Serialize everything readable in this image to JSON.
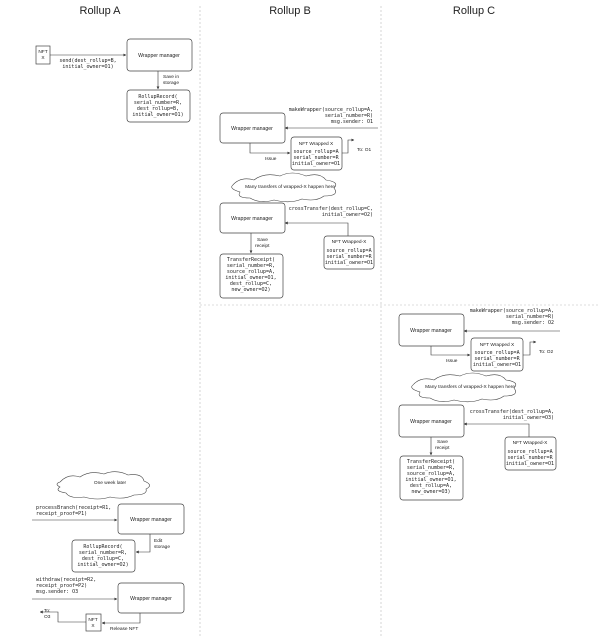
{
  "columns": [
    "Rollup A",
    "Rollup B",
    "Rollup C"
  ],
  "a": {
    "nft": [
      "NFT",
      "X"
    ],
    "send": [
      "send(dest_rollup=B,",
      "initial_owner=O1)"
    ],
    "wrapper": "Wrapper manager",
    "save": [
      "Save in",
      "storage"
    ],
    "record1": [
      "RollupRecord(",
      "serial_number=R,",
      "dest_rollup=B,",
      "initial_owner=O1)"
    ],
    "cloud": "One week later",
    "process": [
      "processBranch(receipt=R1,",
      "receipt_proof=P1)"
    ],
    "wrapper2": "Wrapper manager",
    "edit": [
      "Edit",
      "storage"
    ],
    "record2": [
      "RollupRecord(",
      "serial_number=R,",
      "dest_rollup=C,",
      "initial_owner=O2)"
    ],
    "withdraw": [
      "withdraw(receipt=R2,",
      "receipt_proof=P2)",
      "msg.sender: O3"
    ],
    "wrapper3": "Wrapper manager",
    "to": [
      "To:",
      "O3"
    ],
    "nft2": [
      "NFT",
      "X"
    ],
    "release": "Release NFT"
  },
  "b": {
    "make": [
      "makeWrapper(source_rollup=A,",
      "serial_number=R)",
      "msg.sender: O1"
    ],
    "wrapper": "Wrapper manager",
    "issue": "Issue",
    "nft1": [
      "NFT Wrapped X",
      "source_rollup=A",
      "serial_number=R",
      "initial_owner=O1"
    ],
    "to": "To: O1",
    "cloud": "Many transfers of wrapped-X happen here",
    "cross": [
      "crossTransfer(dest_rollup=C,",
      "initial_owner=O2)"
    ],
    "wrapper2": "Wrapper manager",
    "nft2": [
      "NFT Wrapped-X",
      "source_rollup=A",
      "serial_number=R",
      "initial_owner=O1"
    ],
    "save": [
      "Save",
      "receipt"
    ],
    "receipt": [
      "TransferReceipt(",
      "serial_number=R,",
      "source_rollup=A,",
      "initial_owner=O1,",
      "dest_rollup=C,",
      "new_owner=O2)"
    ]
  },
  "c": {
    "make": [
      "makeWrapper(source_rollup=A,",
      "serial_number=R)",
      "msg.sender: O2"
    ],
    "wrapper": "Wrapper manager",
    "issue": "Issue",
    "nft1": [
      "NFT Wrapped X",
      "source_rollup=A",
      "serial_number=R",
      "initial_owner=O1"
    ],
    "to": "To: O2",
    "cloud": "Many transfers of wrapped-X happen here",
    "cross": [
      "crossTransfer(dest_rollup=A,",
      "initial_owner=O3)"
    ],
    "wrapper2": "Wrapper manager",
    "nft2": [
      "NFT Wrapped-X",
      "source_rollup=A",
      "serial_number=R",
      "initial_owner=O1"
    ],
    "save": [
      "Save",
      "receipt"
    ],
    "receipt": [
      "TransferReceipt(",
      "serial_number=R,",
      "source_rollup=A,",
      "initial_owner=O1,",
      "dest_rollup=A,",
      "new_owner=O3)"
    ]
  }
}
